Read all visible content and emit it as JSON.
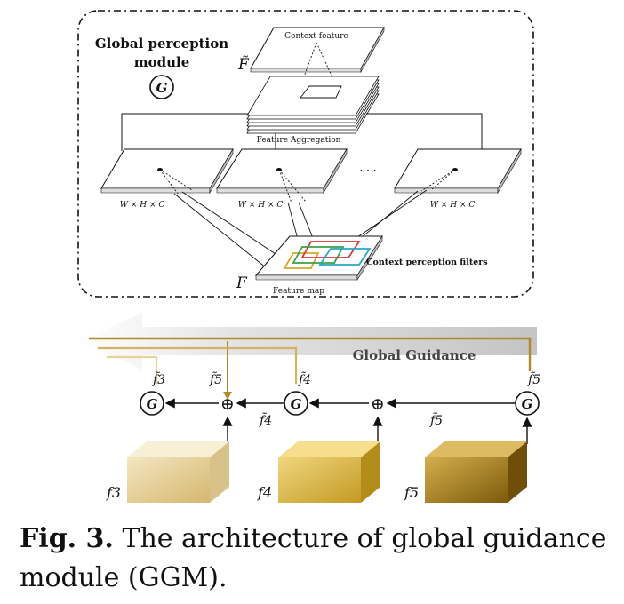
{
  "module": {
    "title_line1": "Global perception",
    "title_line2": "module",
    "g_symbol": "G",
    "f_tilde": "F̃",
    "f_plain": "F",
    "context_feature": "Context feature",
    "feature_aggregation": "Feature Aggregation",
    "dim_label_1": "W × H × C",
    "dim_label_2": "W × H × C",
    "dim_label_3": "W × H × C",
    "ellipsis": "· · ·",
    "context_filters": "Context perception filters",
    "feature_map": "Feature map"
  },
  "guidance": {
    "banner": "Global  Guidance",
    "nodes": [
      "G",
      "G",
      "G"
    ],
    "plus": "⊕",
    "labels": {
      "f3_tilde": "f̃3",
      "f5_tilde_a": "f̃5",
      "f4_tilde_up": "f̃4",
      "f5_tilde_b": "f̃5",
      "f4_tilde_arrow": "f̃4",
      "f5_tilde_arrow": "f̃5"
    },
    "blocks": [
      "f3",
      "f4",
      "f5"
    ],
    "colors": {
      "arrow_gray": "#c9c9c9",
      "gold_light": "#e8d39a",
      "gold_mid": "#c9a02e",
      "gold_dark": "#8f6a12",
      "line_brown": "#b08a2a"
    }
  },
  "caption": {
    "label": "Fig. 3.",
    "text": "The architecture of global guidance module (GGM)."
  }
}
